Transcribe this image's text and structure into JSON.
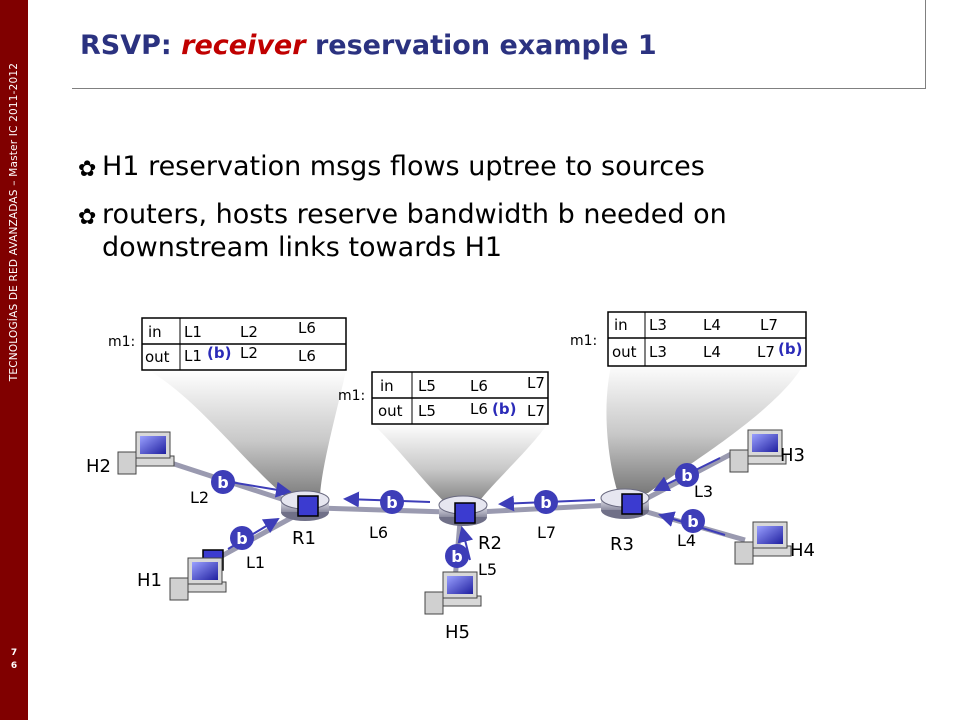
{
  "sidebar": {
    "vertical_text": "TECNOLOGÍAS DE RED AVANZADAS – Master IC 2011-2012",
    "page_digits": [
      "7",
      "6"
    ]
  },
  "title": {
    "prefix": "RSVP: ",
    "emphasis": "receiver",
    "suffix": " reservation example 1"
  },
  "bullets": [
    "H1 reservation msgs flows uptree to sources",
    "routers, hosts reserve bandwidth b needed on downstream links towards H1"
  ],
  "colors": {
    "sidebar": "#800000",
    "title": "#2b3280",
    "emphasis": "#c00000",
    "badge": "#3d3db8",
    "reservation": "#2b2bb8"
  },
  "diagram": {
    "hosts": [
      "H1",
      "H2",
      "H3",
      "H4",
      "H5"
    ],
    "routers": [
      "R1",
      "R2",
      "R3"
    ],
    "links": [
      "L1",
      "L2",
      "L3",
      "L4",
      "L5",
      "L6",
      "L7"
    ],
    "badge_text": "b",
    "tables": [
      {
        "label": "m1:",
        "row_in": [
          "in",
          "L1",
          "L2",
          "L6"
        ],
        "row_out": [
          "out",
          "L1",
          "L2",
          "L6"
        ],
        "reservation": "(b)"
      },
      {
        "label": "m1:",
        "row_in": [
          "in",
          "L5",
          "L6",
          "L7"
        ],
        "row_out": [
          "out",
          "L5",
          "L6",
          "L7"
        ],
        "reservation": "(b)"
      },
      {
        "label": "m1:",
        "row_in": [
          "in",
          "L3",
          "L4",
          "L7"
        ],
        "row_out": [
          "out",
          "L3",
          "L4",
          "L7"
        ],
        "reservation": "(b)"
      }
    ]
  }
}
